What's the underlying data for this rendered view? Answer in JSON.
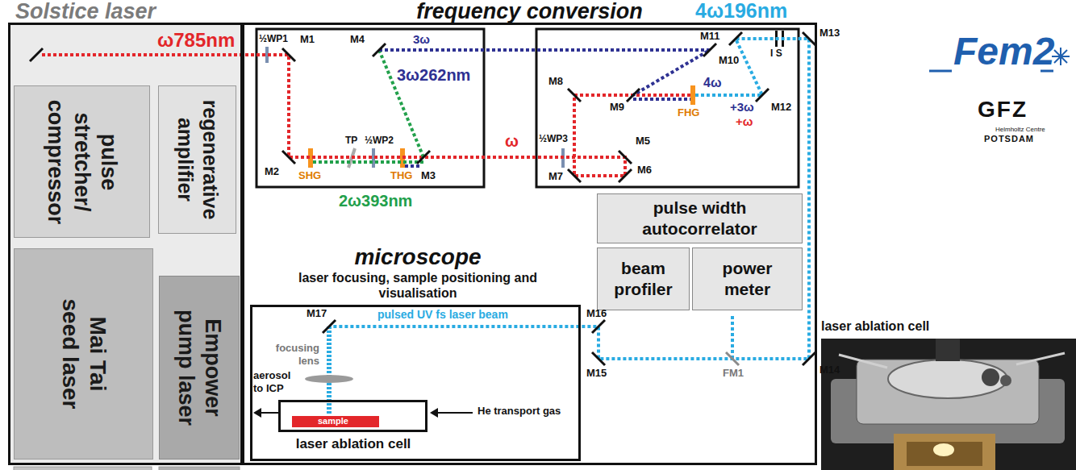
{
  "diagram": {
    "nodes": [
      {
        "text": [
          "Solstice laser"
        ]
      },
      {
        "text": [
          "pulse stretcher/ compressor"
        ],
        "in": 0
      },
      {
        "text": [
          "regenerative amplifier"
        ],
        "in": 0
      },
      {
        "text": [
          "Mai Tai seed laser"
        ],
        "in": 0
      },
      {
        "text": [
          "Empower pump laser"
        ],
        "in": 0
      },
      {
        "text": [
          "frequency conversion"
        ]
      },
      {
        "text": [
          "pulse width autocorrelator"
        ],
        "in": 5
      },
      {
        "text": [
          "beam profiler"
        ],
        "in": 5
      },
      {
        "text": [
          "power meter"
        ],
        "in": 5
      },
      {
        "text": [
          "microscope",
          "laser focusing, sample positioning and visualisation"
        ],
        "in": 5
      },
      {
        "text": [
          "laser ablation cell"
        ],
        "in": 9
      }
    ],
    "labels": [
      "ω785nm",
      "½WP1",
      "M1",
      "M4",
      "3ω",
      "3ω262nm",
      "M2",
      "SHG",
      "TP",
      "½WP2",
      "THG",
      "M3",
      "2ω393nm",
      "ω",
      "½WP3",
      "M5",
      "M6",
      "M7",
      "M8",
      "M9",
      "M10",
      "4ω",
      "FHG",
      "+3ω",
      "+ω",
      "M12",
      "M11",
      "4ω196nm",
      "I S",
      "M13",
      "M14",
      "FM1",
      "M15",
      "M16",
      "M17",
      "pulsed UV fs laser beam",
      "focusing lens",
      "aerosol to ICP",
      "He transport gas",
      "sample",
      "Fem2",
      "GFZ",
      "Helmholtz Centre",
      "POTSDAM",
      "laser ablation cell"
    ]
  }
}
